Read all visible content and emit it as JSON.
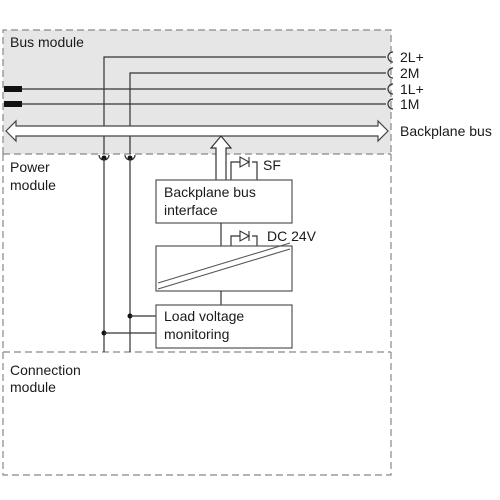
{
  "sections": {
    "bus_module": "Bus module",
    "power_module": [
      "Power",
      "module"
    ],
    "connection_module": [
      "Connection",
      "module"
    ]
  },
  "bus_lines": [
    "2L+",
    "2M",
    "1L+",
    "1M"
  ],
  "backplane_label": "Backplane bus",
  "blocks": {
    "backplane_interface": [
      "Backplane bus",
      "interface"
    ],
    "converter_label": "DC 24V",
    "load_monitoring": [
      "Load voltage",
      "monitoring"
    ]
  },
  "indicators": {
    "sf": "SF"
  },
  "colors": {
    "bus_fill": "#e6e6e6",
    "dashed_border": "#888888",
    "wire": "#333333"
  }
}
